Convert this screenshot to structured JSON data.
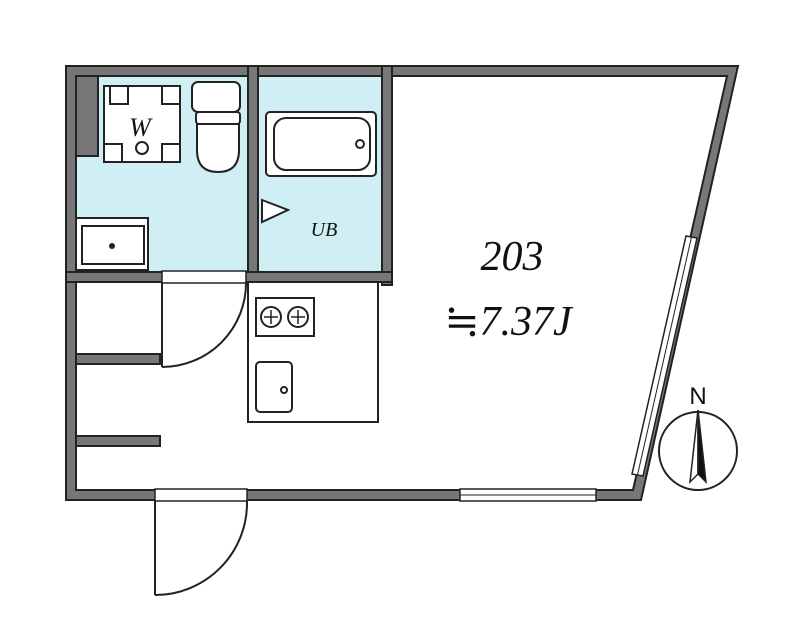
{
  "room": {
    "number": "203",
    "area": "≒7.37J"
  },
  "labels": {
    "washer": "W",
    "bath": "UB"
  },
  "compass": {
    "north": "N"
  },
  "colors": {
    "wall": "#777777",
    "wet_area": "#cfeff4",
    "line": "#222222"
  }
}
